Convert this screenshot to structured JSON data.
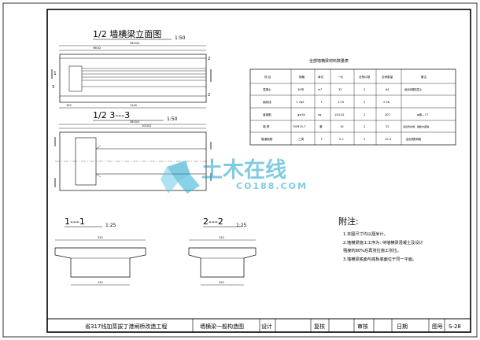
{
  "views": {
    "elevation_title": "1/2 墙横梁立面图",
    "elevation_scale": "1:50",
    "plan_title": "1/2 3---3",
    "plan_scale": "1:50",
    "sec1_title": "1---1",
    "sec1_scale": "1:25",
    "sec2_title": "2---2",
    "sec2_scale": "1:25",
    "elev_mark_left": "1",
    "elev_mark_right": "2",
    "elev_mark_3": "3"
  },
  "table": {
    "title": "全部墙横梁材料数量表",
    "headers": [
      "项 目",
      "规格",
      "单位",
      "一片",
      "全桥片数",
      "全桥数量",
      "备注"
    ],
    "rows": [
      [
        "混凝土",
        "30号",
        "m³",
        "32",
        "2",
        "64",
        "适合砼碾压层土"
      ],
      [
        "钢绞线",
        "7-7φ5",
        "t",
        "1.29",
        "2",
        "2.58",
        ""
      ],
      [
        "普钢筋",
        "φ≤30",
        "kg",
        "153.32",
        "2",
        "307",
        "φ钢—77"
      ],
      [
        "锚 具",
        "OVM15-7",
        "套",
        "16",
        "2",
        "32",
        "适合张拉端、锚板支座锚"
      ],
      [
        "管道钢筋",
        "三类",
        "t",
        "5.2",
        "2",
        "10.4",
        "适合钢筋网格"
      ]
    ]
  },
  "notes": {
    "heading": "附注:",
    "items": [
      "1.本图尺寸均以厘米计。",
      "2.墙横梁施工工序为: 待墙横梁混凝土及设计",
      "  强度的80%后再张拉施工张拉。",
      "3.墙横梁底面与底板底面位于同一平面。"
    ]
  },
  "watermark": {
    "cn": "土木在线",
    "en": "CO188.COM"
  },
  "title_block": {
    "project": "省317线加蒸拔丁港闸桥改造工程",
    "drawing": "墙横梁一般构造图",
    "design_label": "设计",
    "review_label": "复核",
    "check_label": "审核",
    "date_label": "日期",
    "sheet_label": "图号",
    "sheet_no": "S-28"
  },
  "dims": {
    "elev_total": "3810/2",
    "elev_sub": "560/2",
    "elev_left": "150",
    "elev_bottom": "1100",
    "plan_total": "3810/2",
    "plan_sub": "1010/2",
    "sec1_top": "320",
    "sec1_bottom": "120",
    "sec2_top": "310",
    "sec2_bottom": "120"
  },
  "colors": {
    "line": "#000000",
    "border": "#222222",
    "watermark": "#1aa1c9"
  }
}
